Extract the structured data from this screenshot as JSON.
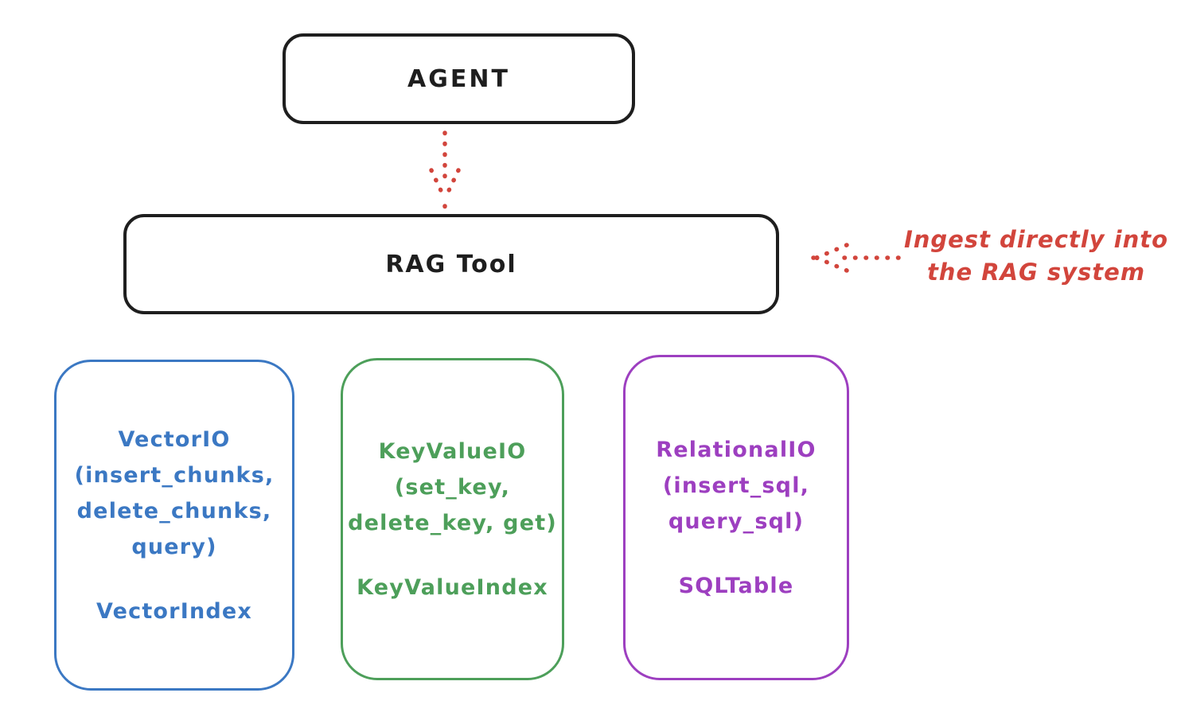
{
  "diagram": {
    "title_hint": "RAG tool architecture sketch",
    "colors": {
      "ink": "#1e1e1e",
      "red": "#d2453c",
      "blue": "#3b78c3",
      "green": "#4d9f5a",
      "purple": "#9d3fc0",
      "background": "#ffffff"
    },
    "nodes": {
      "agent": {
        "label": "AGENT"
      },
      "rag_tool": {
        "label": "RAG Tool"
      },
      "vector": {
        "lines": [
          "VectorIO",
          "(insert_chunks,",
          "delete_chunks,",
          "query)"
        ],
        "subtitle": "VectorIndex"
      },
      "keyvalue": {
        "lines": [
          "KeyValueIO",
          "(set_key,",
          "delete_key, get)"
        ],
        "subtitle": "KeyValueIndex"
      },
      "relational": {
        "lines": [
          "RelationalIO",
          "(insert_sql,",
          "query_sql)"
        ],
        "subtitle": "SQLTable"
      }
    },
    "annotation": {
      "line1": "Ingest directly into",
      "line2": "the RAG system"
    },
    "edges": {
      "agent_to_ragtool": "dotted-red-arrow-down",
      "annotation_to_ragtool": "dotted-red-arrow-left"
    }
  }
}
